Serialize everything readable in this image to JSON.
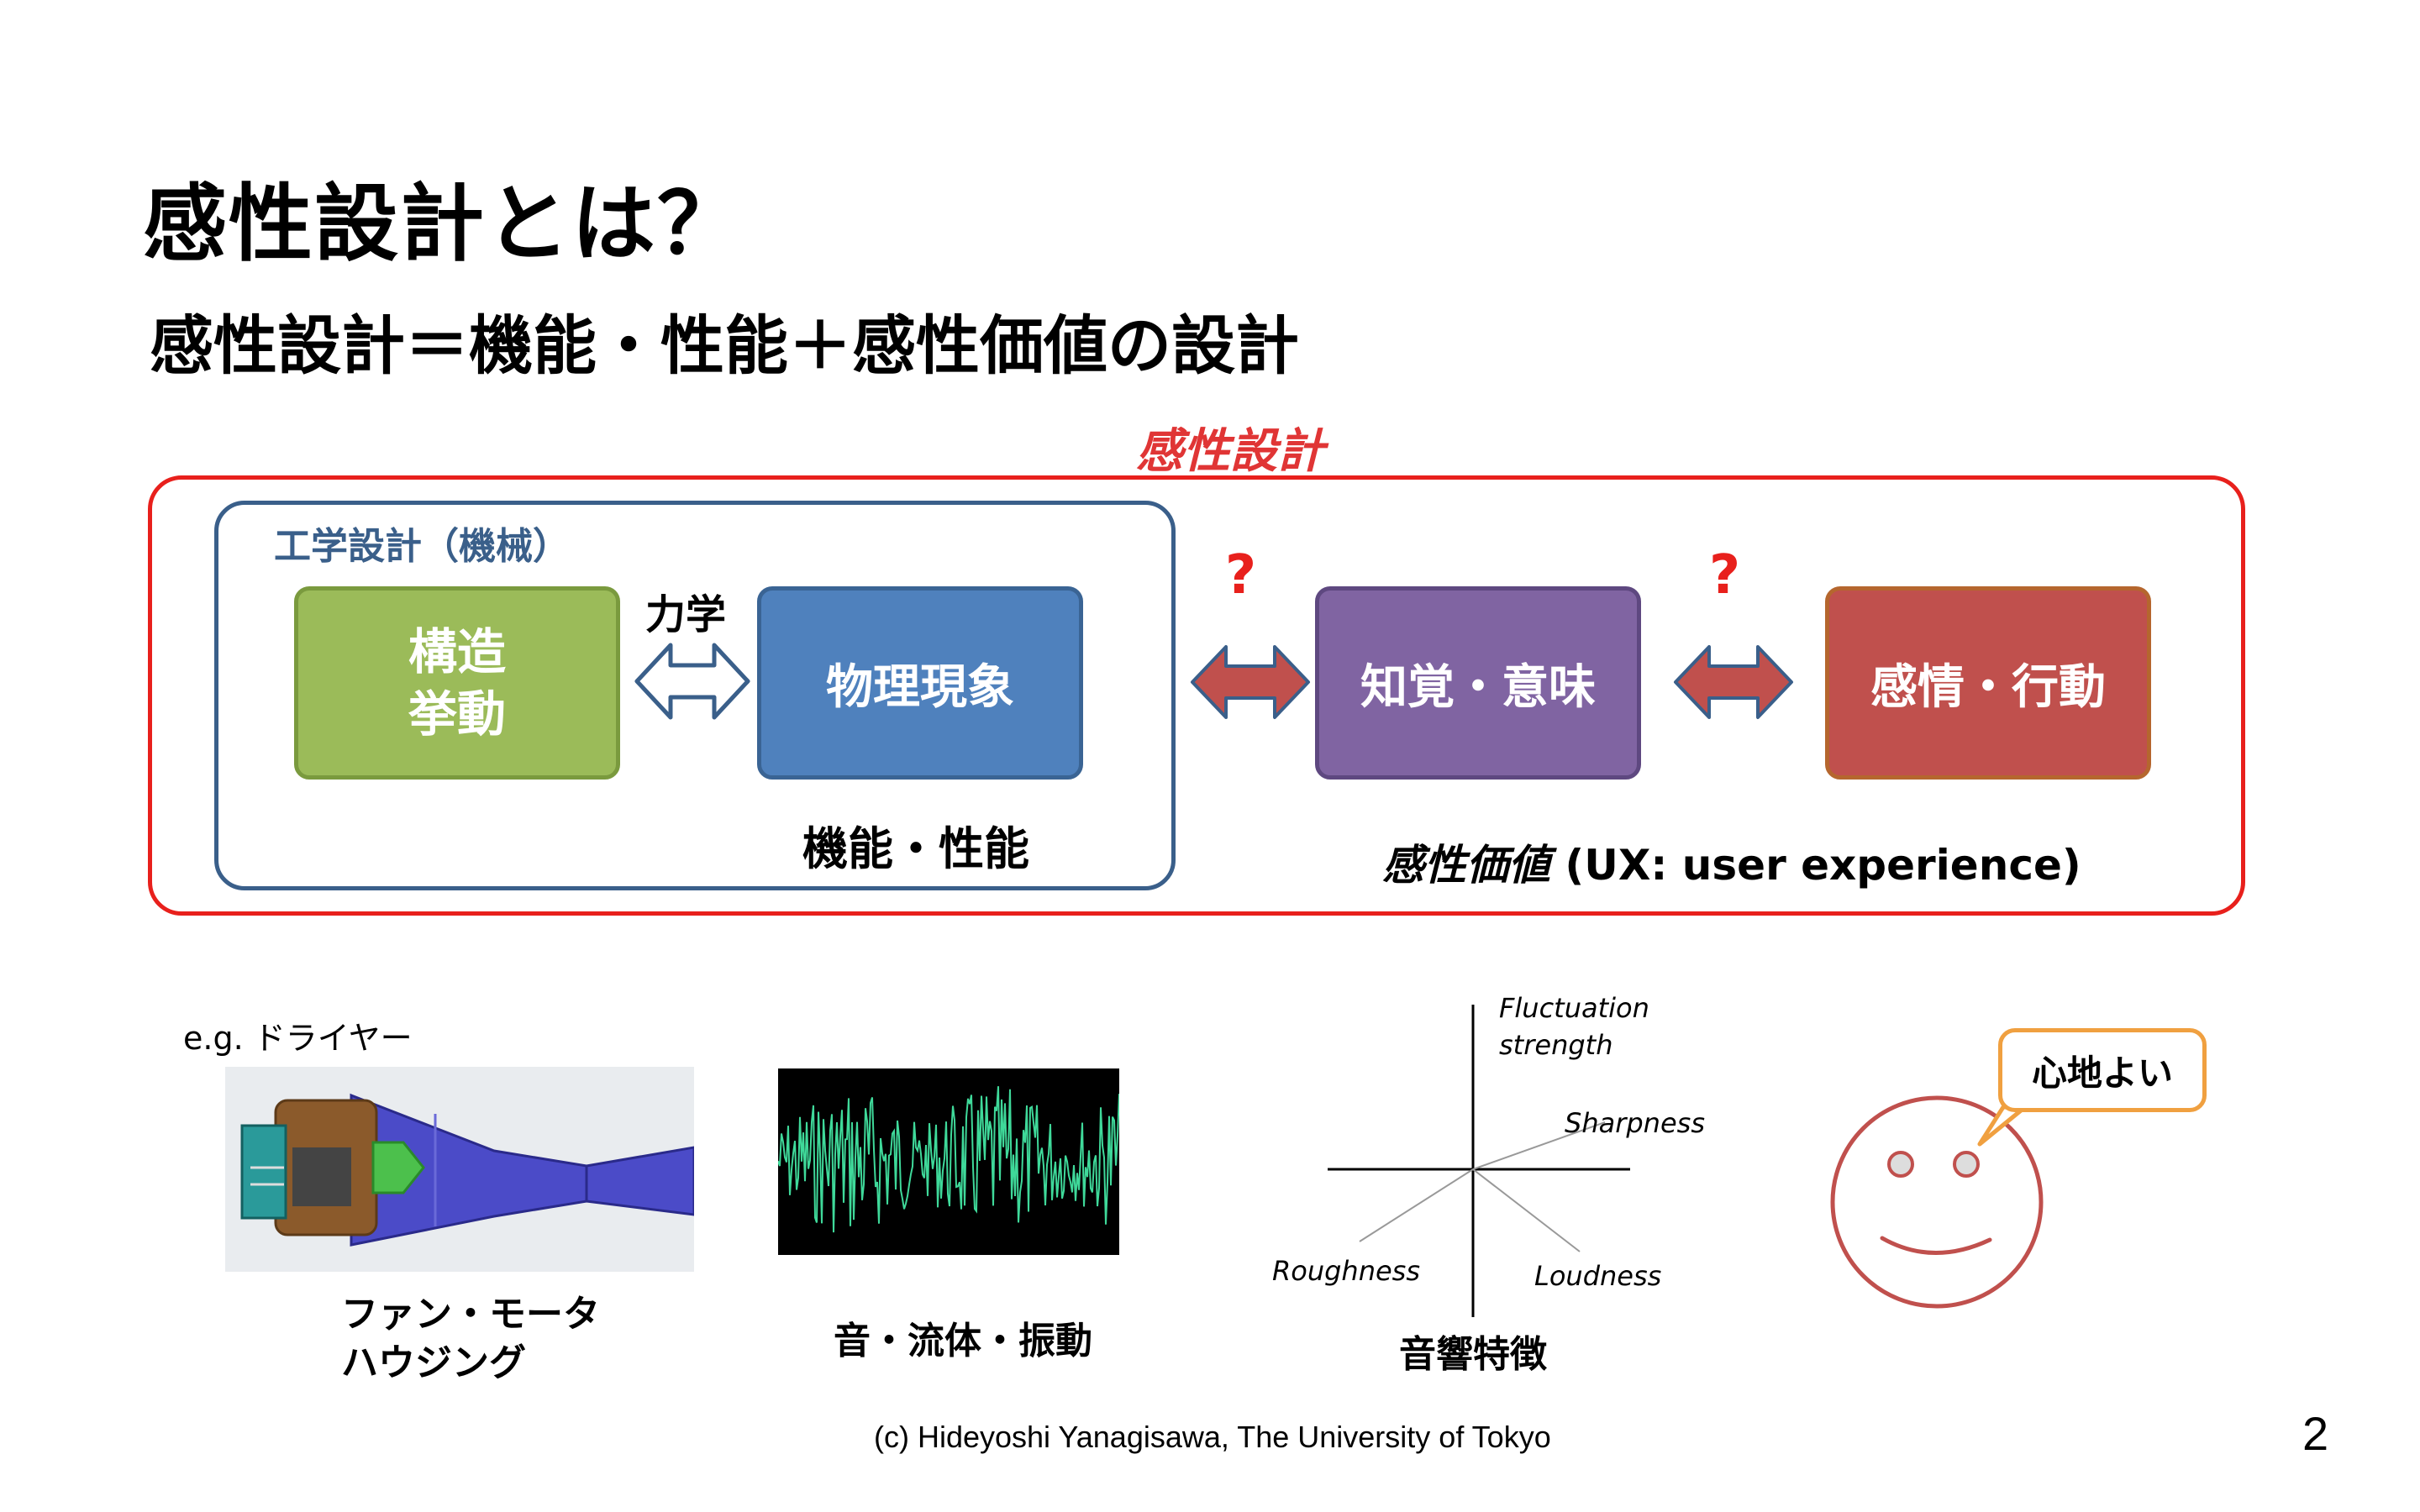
{
  "slide": {
    "title": "感性設計とは？",
    "subtitle": "感性設計＝機能・性能＋感性価値の設計",
    "kansei_label": "感性設計",
    "engineering_label": "工学設計（機械）",
    "rikigaku": "力学",
    "qmark_1": "?",
    "qmark_2": "?",
    "boxes": {
      "green_line1": "構造",
      "green_line2": "挙動",
      "blue": "物理現象",
      "purple": "知覚・意味",
      "red": "感情・行動"
    },
    "kinou_label": "機能・性能",
    "ux_italic": "感性価値",
    "ux_rest": " (UX: user experience)",
    "example_label": "e.g. ドライヤー",
    "captions": {
      "fan_line1": "ファン・モータ",
      "fan_line2": "ハウジング",
      "sound": "音・流体・振動",
      "onkyo": "音響特徴"
    },
    "axes": {
      "fluct_line1": "Fluctuation",
      "fluct_line2": "strength",
      "sharpness": "Sharpness",
      "roughness": "Roughness",
      "loudness": "Loudness"
    },
    "bubble": "心地よい",
    "footer": "(c) Hideyoshi Yanagisawa, The University of Tokyo",
    "page_number": "2"
  },
  "colors": {
    "accent_red": "#e8201c",
    "green": "#9bbb59",
    "blue": "#4f81bd",
    "purple": "#8064a2",
    "red_box": "#c0504d",
    "frame_blue": "#3a5f8a",
    "bubble_orange": "#f0a040",
    "face": "#c0504d"
  }
}
